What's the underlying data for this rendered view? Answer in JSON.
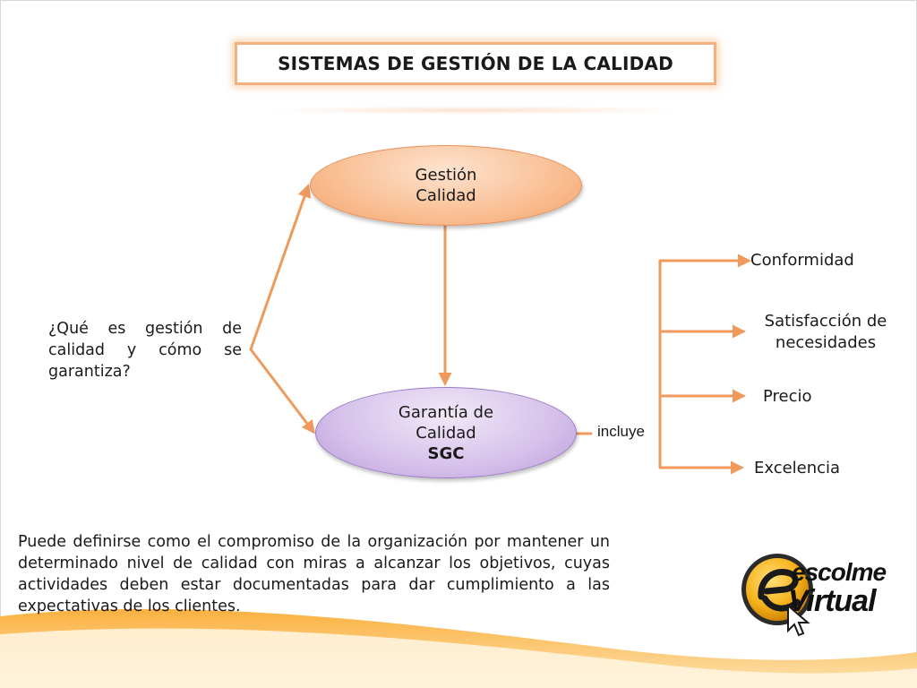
{
  "title": "SISTEMAS DE GESTIÓN DE LA CALIDAD",
  "nodes": {
    "gestion": {
      "line1": "Gestión",
      "line2": "Calidad"
    },
    "garantia": {
      "line1": "Garantía de",
      "line2": "Calidad",
      "line3": "SGC"
    }
  },
  "question": "¿Qué es gestión de calidad y cómo se garantiza?",
  "includes_label": "incluye",
  "branches": [
    "Conformidad",
    "Satisfacción de necesidades",
    "Precio",
    "Excelencia"
  ],
  "definition": "Puede definirse como  el compromiso de la organización por mantener un determinado nivel de calidad con miras a alcanzar los objetivos, cuyas actividades deben estar documentadas para dar cumplimiento a las expectativas de los clientes.",
  "logo": {
    "line1": "escolme",
    "line2": "Virtual"
  },
  "colors": {
    "arrow": "#ef9a5c",
    "accent_orange": "#f7941d",
    "ellipse_orange": "#f9be92",
    "ellipse_purple": "#d5c0ea"
  }
}
